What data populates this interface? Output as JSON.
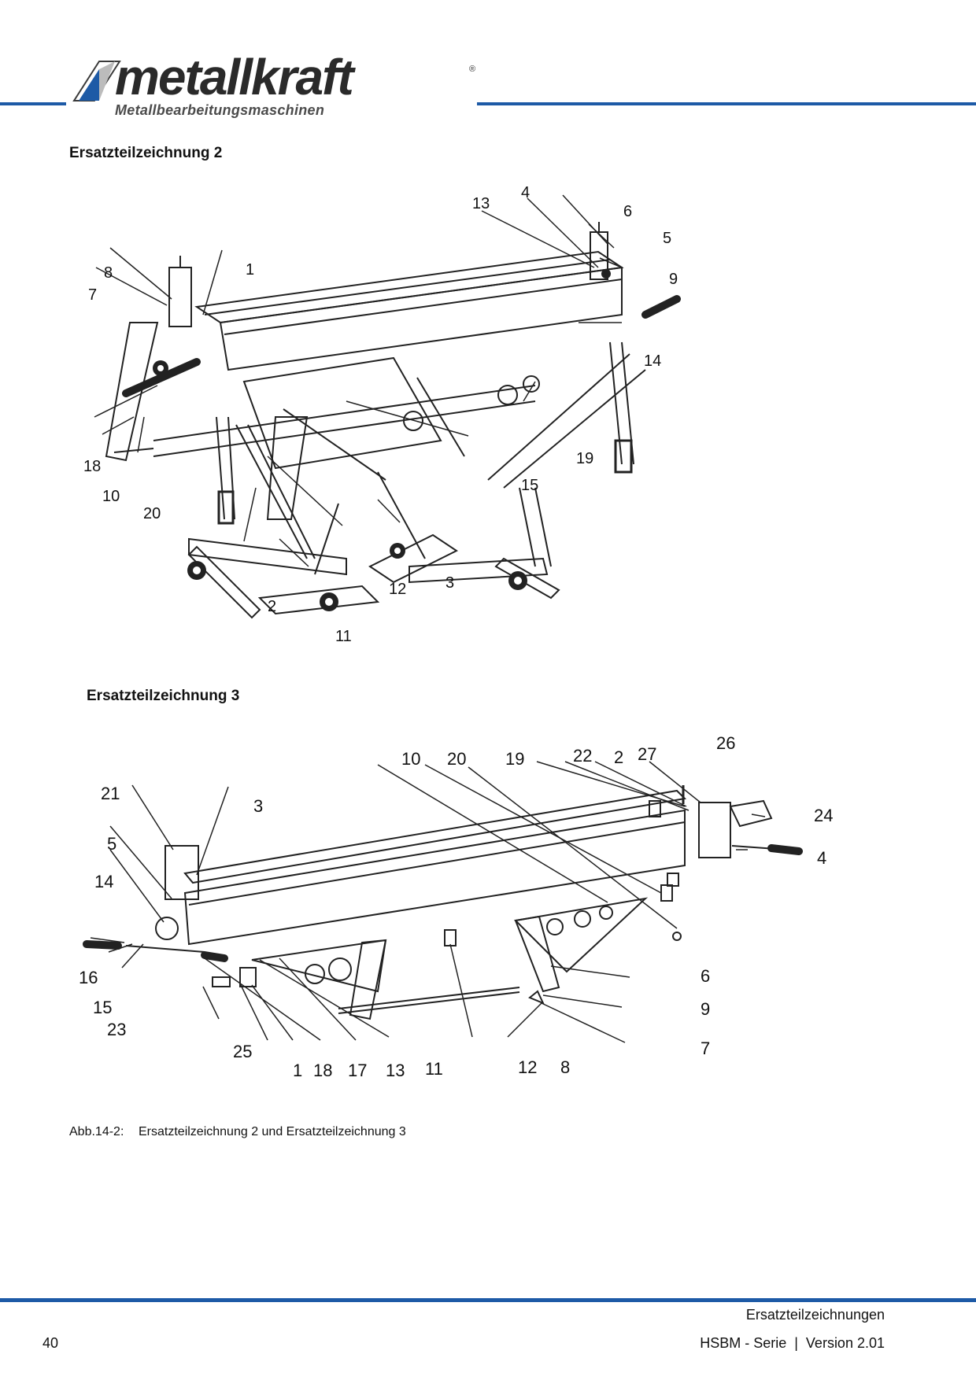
{
  "header": {
    "brand": "metallkraft",
    "registered": "®",
    "tagline": "Metallbearbeitungsmaschinen"
  },
  "drawing2": {
    "title": "Ersatzteilzeichnung  2",
    "callouts": [
      {
        "id": "13",
        "label": "13"
      },
      {
        "id": "4",
        "label": "4"
      },
      {
        "id": "6",
        "label": "6"
      },
      {
        "id": "5",
        "label": "5"
      },
      {
        "id": "9",
        "label": "9"
      },
      {
        "id": "8",
        "label": "8"
      },
      {
        "id": "1",
        "label": "1"
      },
      {
        "id": "7",
        "label": "7"
      },
      {
        "id": "14",
        "label": "14"
      },
      {
        "id": "18",
        "label": "18"
      },
      {
        "id": "19",
        "label": "19"
      },
      {
        "id": "10",
        "label": "10"
      },
      {
        "id": "15",
        "label": "15"
      },
      {
        "id": "20",
        "label": "20"
      },
      {
        "id": "12",
        "label": "12"
      },
      {
        "id": "3",
        "label": "3"
      },
      {
        "id": "2",
        "label": "2"
      },
      {
        "id": "11",
        "label": "11"
      }
    ]
  },
  "drawing3": {
    "title": "Ersatzteilzeichnung 3",
    "callouts": [
      {
        "id": "10",
        "label": "10"
      },
      {
        "id": "20",
        "label": "20"
      },
      {
        "id": "19",
        "label": "19"
      },
      {
        "id": "22",
        "label": "22"
      },
      {
        "id": "2",
        "label": "2"
      },
      {
        "id": "27",
        "label": "27"
      },
      {
        "id": "26",
        "label": "26"
      },
      {
        "id": "21",
        "label": "21"
      },
      {
        "id": "3",
        "label": "3"
      },
      {
        "id": "24",
        "label": "24"
      },
      {
        "id": "5",
        "label": "5"
      },
      {
        "id": "4",
        "label": "4"
      },
      {
        "id": "14",
        "label": "14"
      },
      {
        "id": "6",
        "label": "6"
      },
      {
        "id": "16",
        "label": "16"
      },
      {
        "id": "15",
        "label": "15"
      },
      {
        "id": "9",
        "label": "9"
      },
      {
        "id": "23",
        "label": "23"
      },
      {
        "id": "7",
        "label": "7"
      },
      {
        "id": "25",
        "label": "25"
      },
      {
        "id": "1",
        "label": "1"
      },
      {
        "id": "18",
        "label": "18"
      },
      {
        "id": "17",
        "label": "17"
      },
      {
        "id": "13",
        "label": "13"
      },
      {
        "id": "11",
        "label": "11"
      },
      {
        "id": "12",
        "label": "12"
      },
      {
        "id": "8",
        "label": "8"
      }
    ]
  },
  "caption": {
    "number": "Abb.14-2:",
    "text": "Ersatzteilzeichnung 2 und Ersatzteilzeichnung 3"
  },
  "footer": {
    "section": "Ersatzteilzeichnungen",
    "page": "40",
    "series_version": "HSBM - Serie  |  Version 2.01"
  },
  "colors": {
    "accent": "#1d5aa6"
  }
}
